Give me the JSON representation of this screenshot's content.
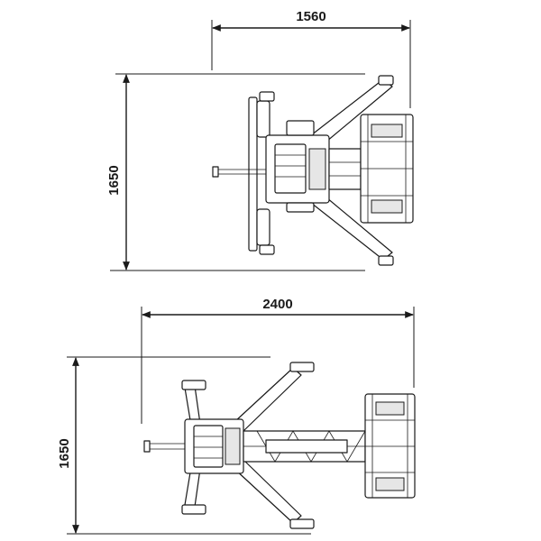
{
  "top_view": {
    "width_label": "1560",
    "height_label": "1650"
  },
  "bottom_view": {
    "width_label": "2400",
    "height_label": "1650"
  },
  "colors": {
    "line": "#1a1a1a",
    "background": "#ffffff"
  }
}
